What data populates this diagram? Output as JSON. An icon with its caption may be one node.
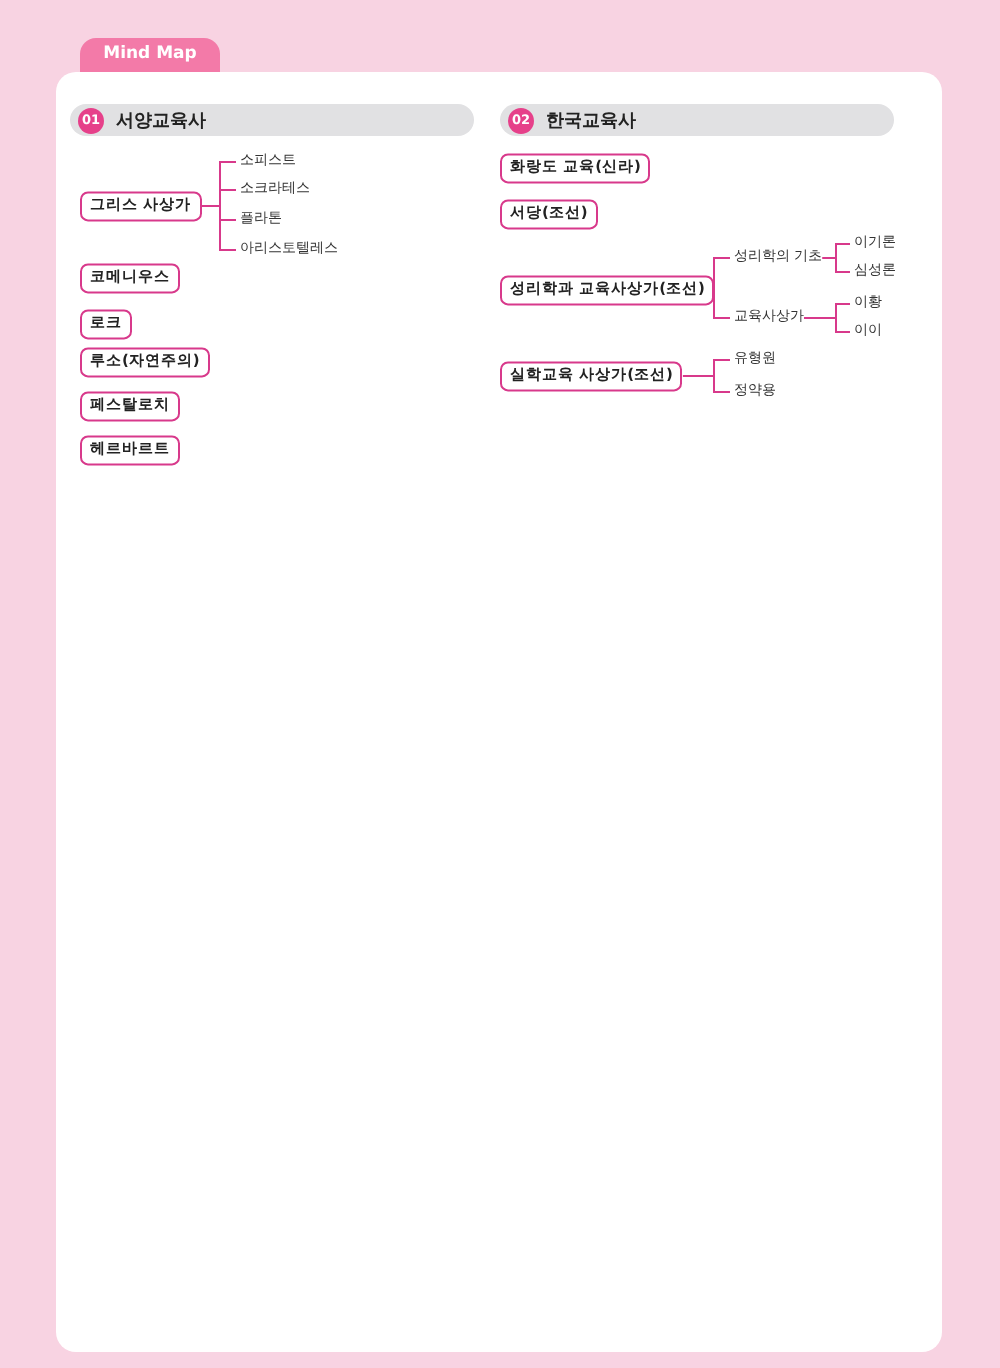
{
  "diagram": {
    "title": "Mind Map",
    "nodes": [
      {
        "text": [
          "01",
          "서양교육사"
        ]
      },
      {
        "text": [
          "그리스 사상가"
        ]
      },
      {
        "text": [
          "소피스트"
        ]
      },
      {
        "text": [
          "소크라테스"
        ]
      },
      {
        "text": [
          "플라톤"
        ]
      },
      {
        "text": [
          "아리스토텔레스"
        ]
      },
      {
        "text": [
          "코메니우스"
        ]
      },
      {
        "text": [
          "로크"
        ]
      },
      {
        "text": [
          "루소(자연주의)"
        ]
      },
      {
        "text": [
          "페스탈로치"
        ]
      },
      {
        "text": [
          "헤르바르트"
        ]
      },
      {
        "text": [
          "02",
          "한국교육사"
        ]
      },
      {
        "text": [
          "화랑도 교육(신라)"
        ]
      },
      {
        "text": [
          "서당(조선)"
        ]
      },
      {
        "text": [
          "성리학과 교육사상가(조선)"
        ]
      },
      {
        "text": [
          "성리학의 기초"
        ]
      },
      {
        "text": [
          "이기론"
        ]
      },
      {
        "text": [
          "심성론"
        ]
      },
      {
        "text": [
          "교육사상가"
        ]
      },
      {
        "text": [
          "이황"
        ]
      },
      {
        "text": [
          "이이"
        ]
      },
      {
        "text": [
          "실학교육 사상가(조선)"
        ]
      },
      {
        "text": [
          "유형원"
        ]
      },
      {
        "text": [
          "정약용"
        ]
      }
    ],
    "edges": [
      {
        "from": 1,
        "to": 2,
        "arrow": "none"
      },
      {
        "from": 1,
        "to": 3,
        "arrow": "none"
      },
      {
        "from": 1,
        "to": 4,
        "arrow": "none"
      },
      {
        "from": 1,
        "to": 5,
        "arrow": "none"
      },
      {
        "from": 14,
        "to": 15,
        "arrow": "none"
      },
      {
        "from": 15,
        "to": 16,
        "arrow": "none"
      },
      {
        "from": 15,
        "to": 17,
        "arrow": "none"
      },
      {
        "from": 14,
        "to": 18,
        "arrow": "none"
      },
      {
        "from": 18,
        "to": 19,
        "arrow": "none"
      },
      {
        "from": 18,
        "to": 20,
        "arrow": "none"
      },
      {
        "from": 21,
        "to": 22,
        "arrow": "none"
      },
      {
        "from": 21,
        "to": 23,
        "arrow": "none"
      }
    ]
  }
}
